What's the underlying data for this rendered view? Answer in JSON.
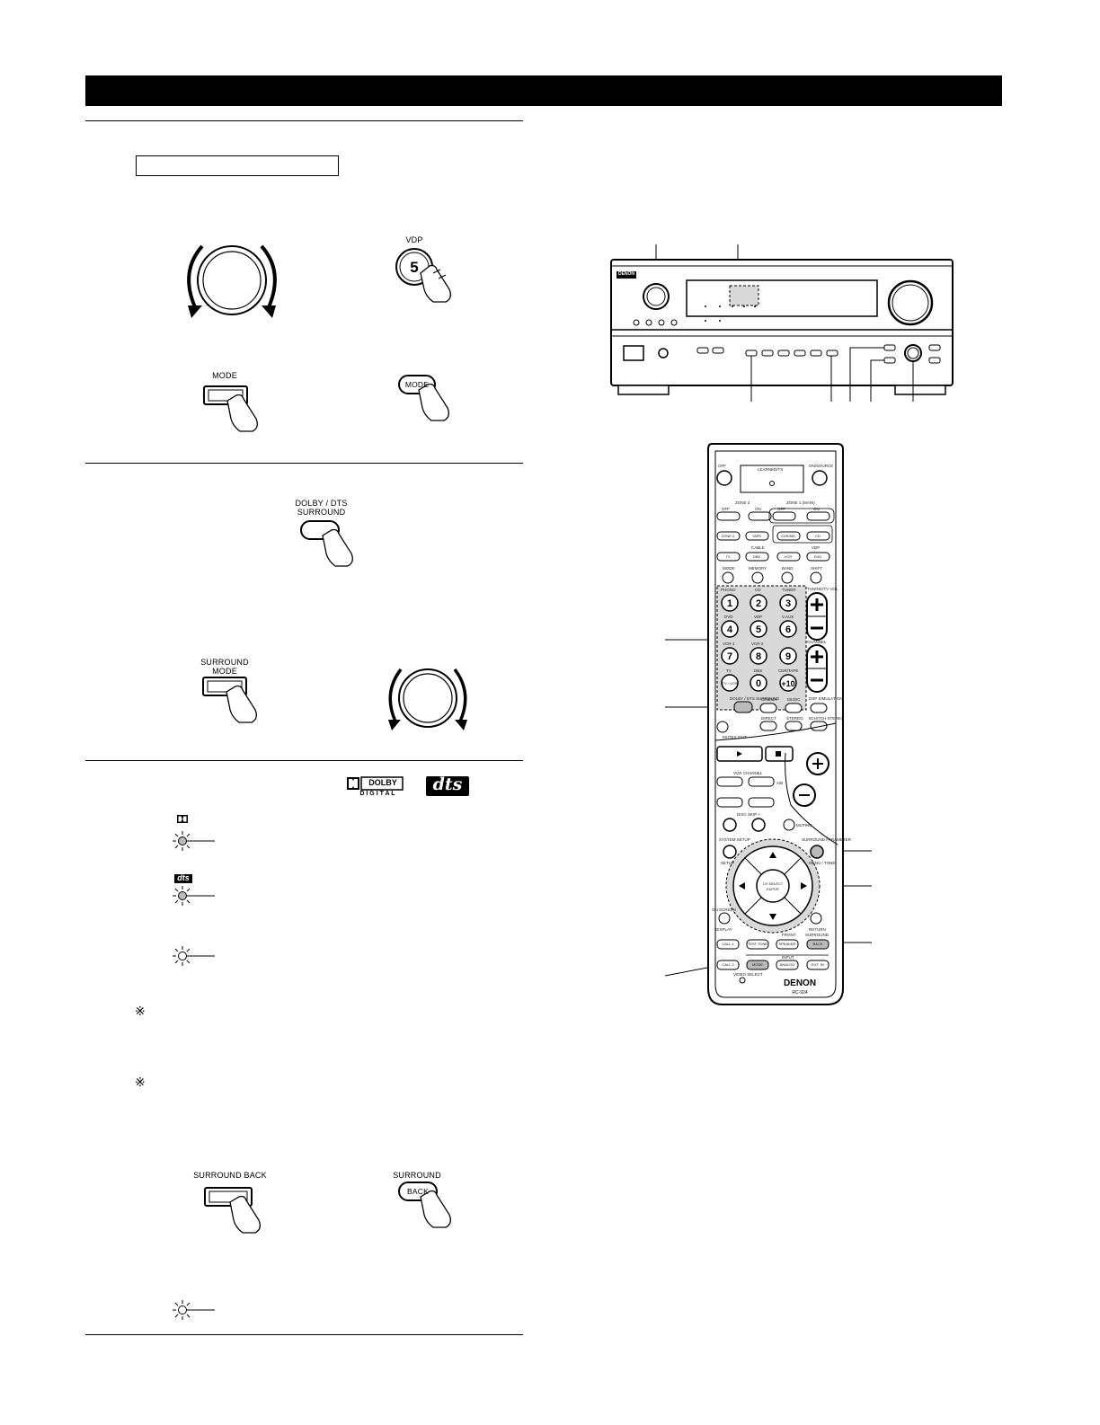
{
  "labels": {
    "vdp": "VDP",
    "vdp_number": "5",
    "mode_panel": "MODE",
    "mode_remote": "MODE",
    "dolby_dts_surround": "DOLBY / DTS\nSURROUND",
    "surround_mode": "SURROUND\nMODE",
    "surround_back_panel": "SURROUND BACK",
    "surround_back_remote_top": "SURROUND",
    "surround_back_remote_btn": "BACK"
  },
  "logos": {
    "dolby_word": "DOLBY",
    "dolby_digital": "D I G I T A L",
    "dts": "dts"
  },
  "notes": {
    "mark1": "※",
    "mark2": "※"
  },
  "receiver": {
    "brand": "DENON"
  },
  "remote": {
    "brand": "DENON",
    "model": "RC-924",
    "learned": "LEARNED/TX",
    "off": "OFF",
    "on_source": "ON/SOURCE",
    "zone2": "ZONE 2",
    "zone1": "ZONE 1 (MAIN)",
    "off_a": "OFF",
    "on_a": "ON",
    "off_b": "OFF",
    "on_b": "ON",
    "row_source1": [
      "ZONE 2",
      "TAPE",
      "CDR/MD",
      "CD"
    ],
    "cable": "CABLE",
    "vdp": "VDP",
    "row_source2": [
      "TV",
      "DBS",
      "VCR",
      "DVD"
    ],
    "row_func": [
      "MODE",
      "MEMORY",
      "BAND",
      "SHIFT"
    ],
    "num_top_labels": [
      "PHONO",
      "CD",
      "TUNER"
    ],
    "num_row1": [
      "1",
      "2",
      "3"
    ],
    "num_mid_labels1": [
      "DVD",
      "VDP",
      "V.AUX"
    ],
    "num_row2": [
      "4",
      "5",
      "6"
    ],
    "num_mid_labels2": [
      "VCR-1",
      "VCR-2",
      ""
    ],
    "num_row3": [
      "7",
      "8",
      "9"
    ],
    "num_mid_labels3": [
      "TV",
      "DBS",
      "CDR/TAPE"
    ],
    "num_row4": [
      "TV / VCR",
      "0",
      "+10"
    ],
    "tuning": "TUNING/TV VOL",
    "channel": "CHANNEL",
    "surround_btn": "DOLBY / DTS SURROUND",
    "cinema": "CINEMA",
    "music": "MUSIC",
    "dsp": "DSP SIMULATION",
    "direct": "DIRECT",
    "stereo": "STEREO",
    "5ch7ch": "5CH/7CH STEREO",
    "mute_light": "MUTE/LIGHT",
    "vcr_channel": "VCR CHANNEL",
    "disc_skip": "DISC SKIP +",
    "muting": "MUTING",
    "system_setup": "SYSTEM SETUP",
    "setup": "SETUP",
    "surround_parameter": "SURROUND PARAMETER",
    "menu_tone": "MENU / TONE",
    "ch_select": "CH SELECT",
    "enter": "ENTER",
    "on_screen": "ON SCREEN",
    "display": "DISPLAY",
    "return": "RETURN",
    "front": "FRONT",
    "surround": "SURROUND",
    "call1": "CALL 1",
    "test_tone": "TEST TONE",
    "speaker": "SPEAKER",
    "back": "BACK",
    "input": "INPUT",
    "call2": "CALL 2",
    "mode": "MODE",
    "analog": "ANALOG",
    "ext_in": "EXT. IN",
    "video_select": "VIDEO SELECT",
    "a_b": "A/B"
  }
}
